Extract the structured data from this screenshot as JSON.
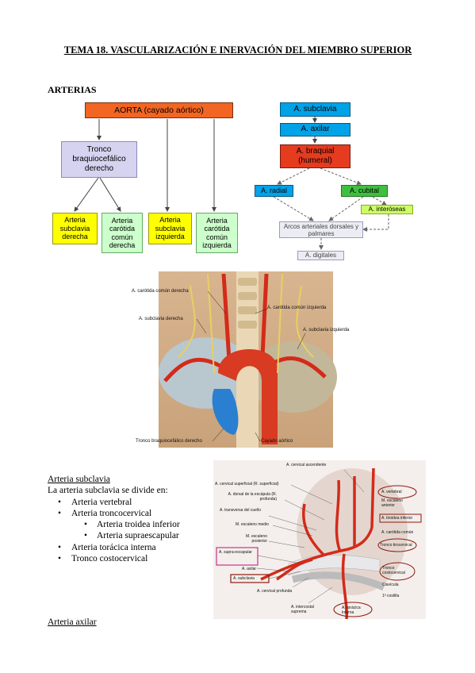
{
  "title": "TEMA 18. VASCULARIZACIÓN E INERVACIÓN DEL MIEMBRO SUPERIOR",
  "section_heading": "ARTERIAS",
  "left_diagram": {
    "aorta": "AORTA (cayado aórtico)",
    "tronco": "Tronco braquiocefálico derecho",
    "branches": [
      "Arteria subclavia derecha",
      "Arteria carótida común derecha",
      "Arteria subclavia izquierda",
      "Arteria carótida común izquierda"
    ]
  },
  "right_diagram": {
    "subclavia": "A. subclavia",
    "axilar": "A. axilar",
    "braquial": "A. braquial (humeral)",
    "radial": "A. radial",
    "cubital": "A. cubital",
    "interoseas": "A. interóseas",
    "arcos": "Arcos arteriales dorsales y palmares",
    "digitales": "A. digitales"
  },
  "figure1_labels": {
    "carotida_derecha": "A. carótida común derecha",
    "carotida_izquierda": "A. carótida común izquierda",
    "subclavia_derecha": "A. subclavia derecha",
    "subclavia_izquierda": "A. subclavia izquierda",
    "tronco": "Tronco braquiocefálico derecho",
    "cayado": "Cayado aórtico"
  },
  "figure2_labels": {
    "cervical_ascendente": "A. cervical ascendente",
    "cervical_superficial": "A. cervical superficial (R. superficial)",
    "dorsal_escapula": "A. dorsal de la escápula (R. profunda)",
    "transversa_cuello": "A. transversa del cuello",
    "escaleno_medio": "M. escaleno medio",
    "escaleno_posterior": "M. escaleno posterior",
    "supraescapular": "A. supra-escapular",
    "axilar": "A. axilar",
    "subclavia": "A. subclavia",
    "cervical_profunda": "A. cervical profunda",
    "intercostal_suprema": "A. intercostal suprema",
    "vertebral": "A. vertebral",
    "escaleno_anterior": "M. escaleno anterior",
    "tiroidea_inferior": "A. tiroidea inferior",
    "carotida_comun": "A. carótida común",
    "tronco_tirocervical": "Tronco tirocervical",
    "tronco_costocervical": "Tronco costocervical",
    "clavicula": "Clavícula",
    "costilla": "1ª costilla",
    "toracica_interna": "A. torácica interna"
  },
  "subclavia_section": {
    "heading": "Arteria subclavia",
    "intro": "La arteria subclavia se divide en:",
    "items": [
      {
        "text": "Arteria vertebral",
        "level": 1
      },
      {
        "text": "Arteria troncocervical",
        "level": 1
      },
      {
        "text": "Arteria troidea inferior",
        "level": 2
      },
      {
        "text": "Arteria supraescapular",
        "level": 2
      },
      {
        "text": "Arteria torácica interna",
        "level": 1
      },
      {
        "text": "Tronco costocervical",
        "level": 1
      }
    ]
  },
  "axilar_heading": "Arteria axilar",
  "colors": {
    "aorta": "#f26522",
    "tronco": "#d6d3f0",
    "subclavia_box": "#ffff00",
    "carotida_box": "#ccffcc",
    "radial": "#00a2e8",
    "braquial": "#e53b1f",
    "cubital": "#3fbf3f",
    "artery_red": "#d42a1a",
    "vein_blue": "#2b7fd0",
    "nerve_yellow": "#e8d060"
  }
}
